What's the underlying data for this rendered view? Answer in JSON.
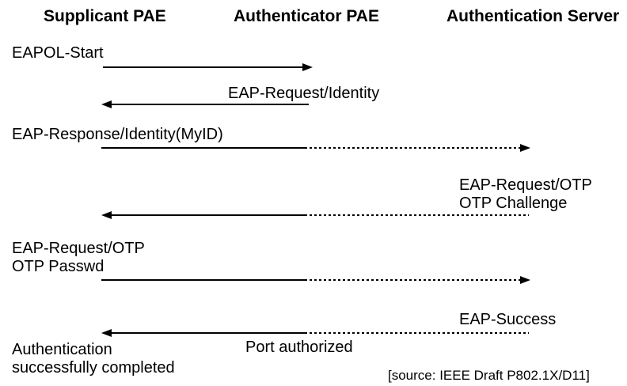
{
  "diagram": {
    "type": "message-sequence-diagram",
    "colors": {
      "foreground": "#000000",
      "background": "#ffffff"
    },
    "columns": [
      {
        "id": "supplicant",
        "label": "Supplicant PAE"
      },
      {
        "id": "authenticator",
        "label": "Authenticator PAE"
      },
      {
        "id": "server",
        "label": "Authentication Server"
      }
    ],
    "messages": [
      {
        "label": "EAPOL-Start",
        "from": "supplicant",
        "to": "authenticator",
        "line": "solid"
      },
      {
        "label": "EAP-Request/Identity",
        "from": "authenticator",
        "to": "supplicant",
        "line": "solid"
      },
      {
        "label": "EAP-Response/Identity(MyID)",
        "from": "supplicant",
        "to": "server",
        "line": "solid-then-dashed"
      },
      {
        "label_line1": "EAP-Request/OTP",
        "label_line2": "OTP Challenge",
        "from": "server",
        "to": "supplicant",
        "line": "dashed-then-solid"
      },
      {
        "label_line1": "EAP-Request/OTP",
        "label_line2": "OTP Passwd",
        "from": "supplicant",
        "to": "server",
        "line": "solid-then-dashed"
      },
      {
        "label": "EAP-Success",
        "from": "server",
        "to": "supplicant",
        "line": "dashed-then-solid"
      }
    ],
    "annotations": {
      "port_authorized": "Port authorized",
      "completion_line1": "Authentication",
      "completion_line2": "successfully completed",
      "source": "[source: IEEE Draft P802.1X/D11]"
    }
  }
}
